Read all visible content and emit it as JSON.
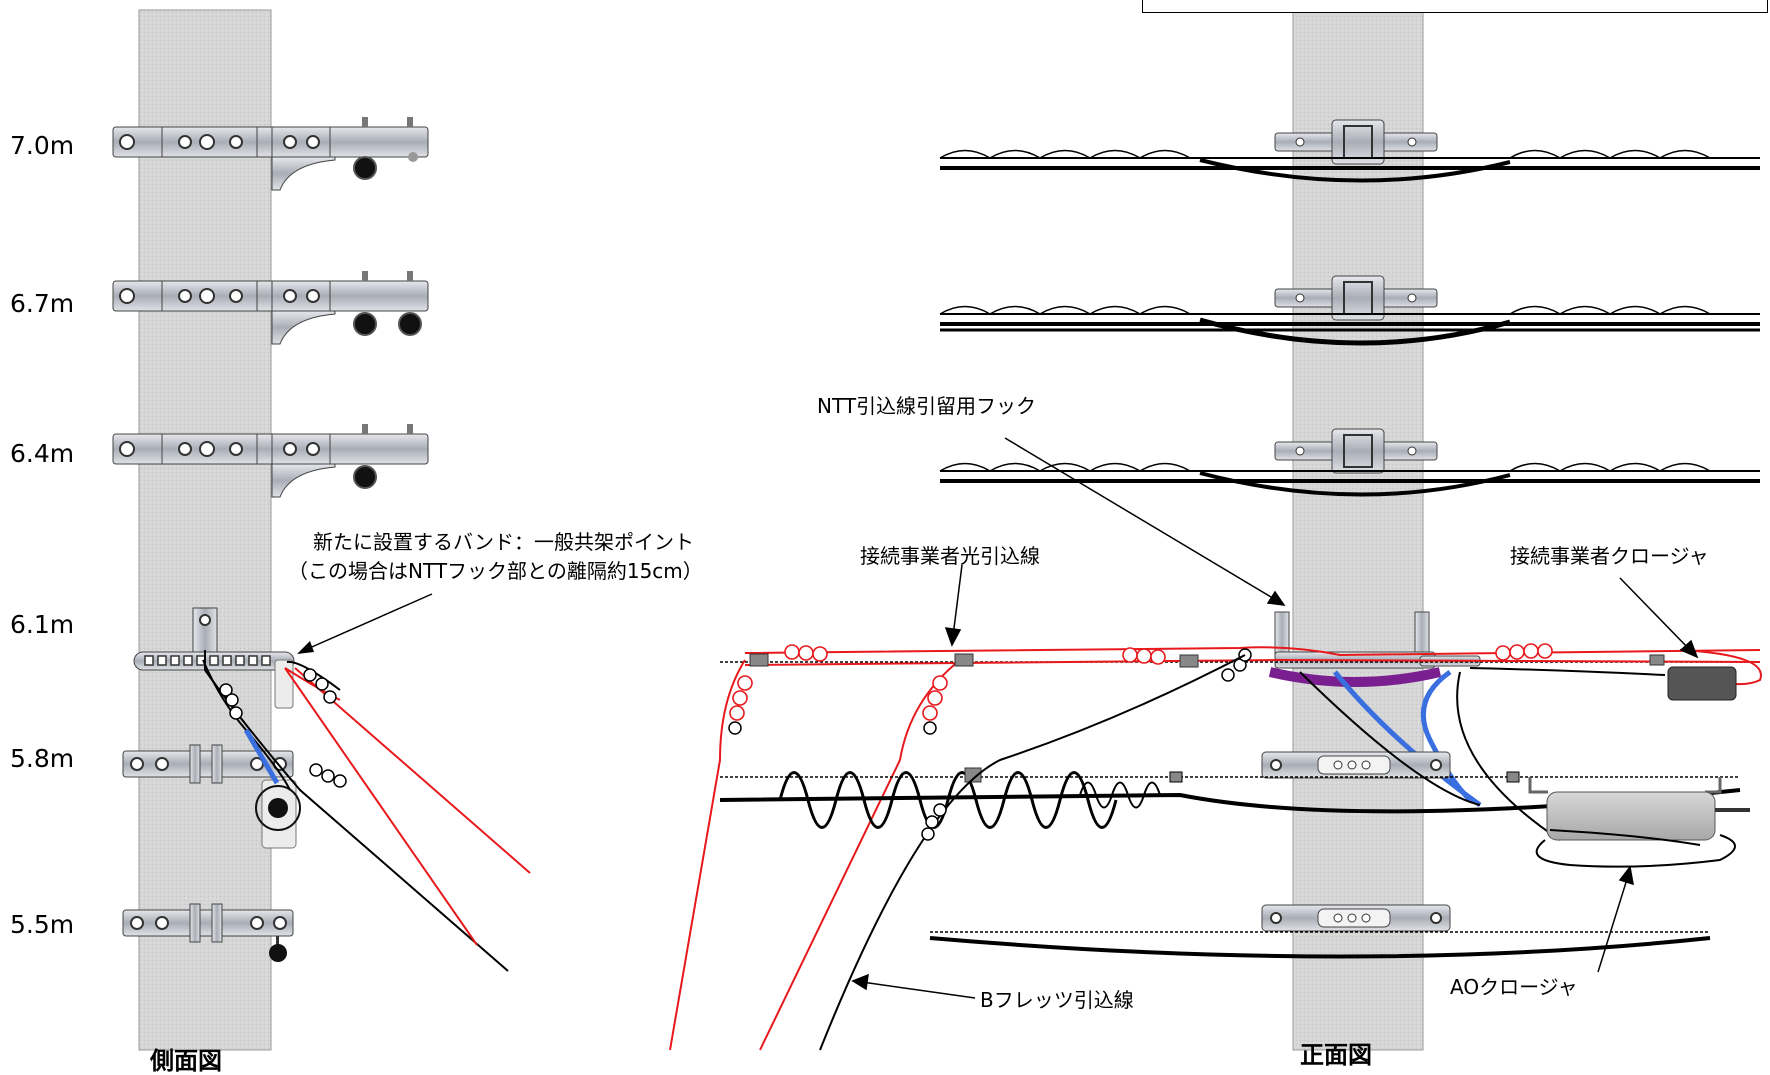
{
  "side_view": {
    "title": "側面図",
    "heights": [
      "7.0m",
      "6.7m",
      "6.4m",
      "6.1m",
      "5.8m",
      "5.5m"
    ],
    "new_band_note": {
      "line1": "新たに設置するバンド：一般共架ポイント",
      "line2": "（この場合はNTTフック部との離隔約15cm）"
    }
  },
  "front_view": {
    "title": "正面図",
    "labels": {
      "ntt_hook": "NTT引込線引留用フック",
      "operator_drop": "接続事業者光引込線",
      "operator_closure": "接続事業者クロージャ",
      "bflets_drop": "Bフレッツ引込線",
      "ao_closure": "AOクロージャ"
    }
  },
  "colors": {
    "pole": "#d4d4d4",
    "operator_line": "#e8191c",
    "b_flets_line": "#000000",
    "blue_line": "#3a6fe0",
    "purple_band": "#7a1f8f",
    "hardware": "#b8bcc4"
  }
}
